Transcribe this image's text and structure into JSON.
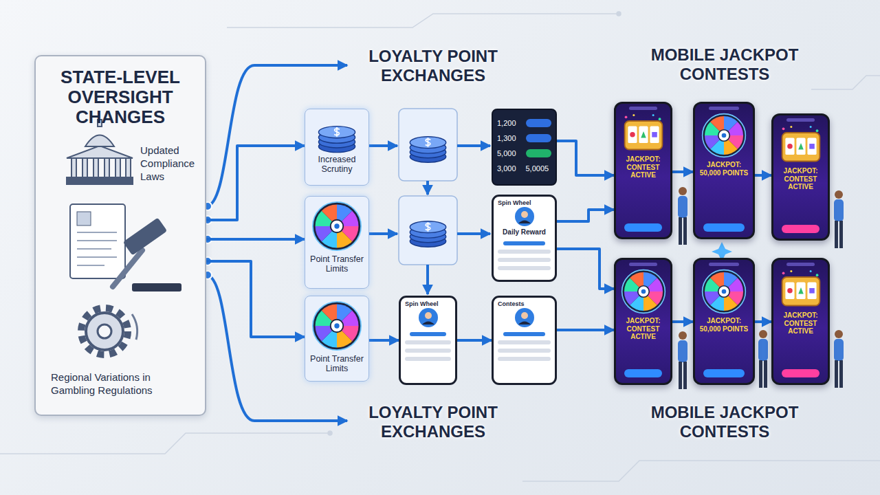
{
  "diagram": {
    "nodes": [
      {
        "text": [
          "STATE-LEVEL OVERSIGHT CHANGES",
          "Updated Compliance Laws",
          "Regional Variations in Gambling Regulations"
        ]
      },
      {
        "text": [
          "Increased Scrutiny"
        ]
      },
      {
        "text": [
          "Point Transfer Limits"
        ]
      },
      {
        "text": [
          "Point Transfer Limits"
        ]
      },
      {
        "text": [
          "1,200",
          "1,300",
          "5,000",
          "3,000",
          "5,0005"
        ]
      },
      {
        "text": [
          "Spin Wheel",
          "Daily Reward"
        ]
      },
      {
        "text": [
          "Spin Wheel"
        ]
      },
      {
        "text": [
          "Contests"
        ]
      },
      {
        "text": [
          "JACKPOT: CONTEST ACTIVE"
        ]
      },
      {
        "text": [
          "JACKPOT: 50,000 POINTS"
        ]
      },
      {
        "text": [
          "JACKPOT: CONTEST ACTIVE"
        ]
      },
      {
        "text": [
          "JACKPOT: CONTEST ACTIVE"
        ]
      },
      {
        "text": [
          "JACKPOT: 50,000 POINTS"
        ]
      },
      {
        "text": [
          "JACKPOT: CONTEST ACTIVE"
        ]
      }
    ],
    "edges": [
      {
        "from": 0,
        "to": 1,
        "arrow": "to"
      },
      {
        "from": 0,
        "to": 2,
        "arrow": "to"
      },
      {
        "from": 0,
        "to": 3,
        "arrow": "to"
      },
      {
        "from": 3,
        "to": 6,
        "arrow": "to"
      },
      {
        "from": 6,
        "to": 7,
        "arrow": "to"
      },
      {
        "from": 4,
        "to": 8,
        "arrow": "to"
      },
      {
        "from": 5,
        "to": 8,
        "arrow": "to"
      },
      {
        "from": 5,
        "to": 11,
        "arrow": "to"
      },
      {
        "from": 7,
        "to": 11,
        "arrow": "to"
      },
      {
        "from": 8,
        "to": 9,
        "arrow": "to"
      },
      {
        "from": 9,
        "to": 10,
        "arrow": "to"
      },
      {
        "from": 11,
        "to": 12,
        "arrow": "to"
      },
      {
        "from": 12,
        "to": 13,
        "arrow": "to"
      }
    ],
    "labels": [
      "LOYALTY POINT EXCHANGES",
      "MOBILE JACKPOT CONTESTS",
      "LOYALTY POINT EXCHANGES",
      "MOBILE JACKPOT CONTESTS"
    ]
  }
}
